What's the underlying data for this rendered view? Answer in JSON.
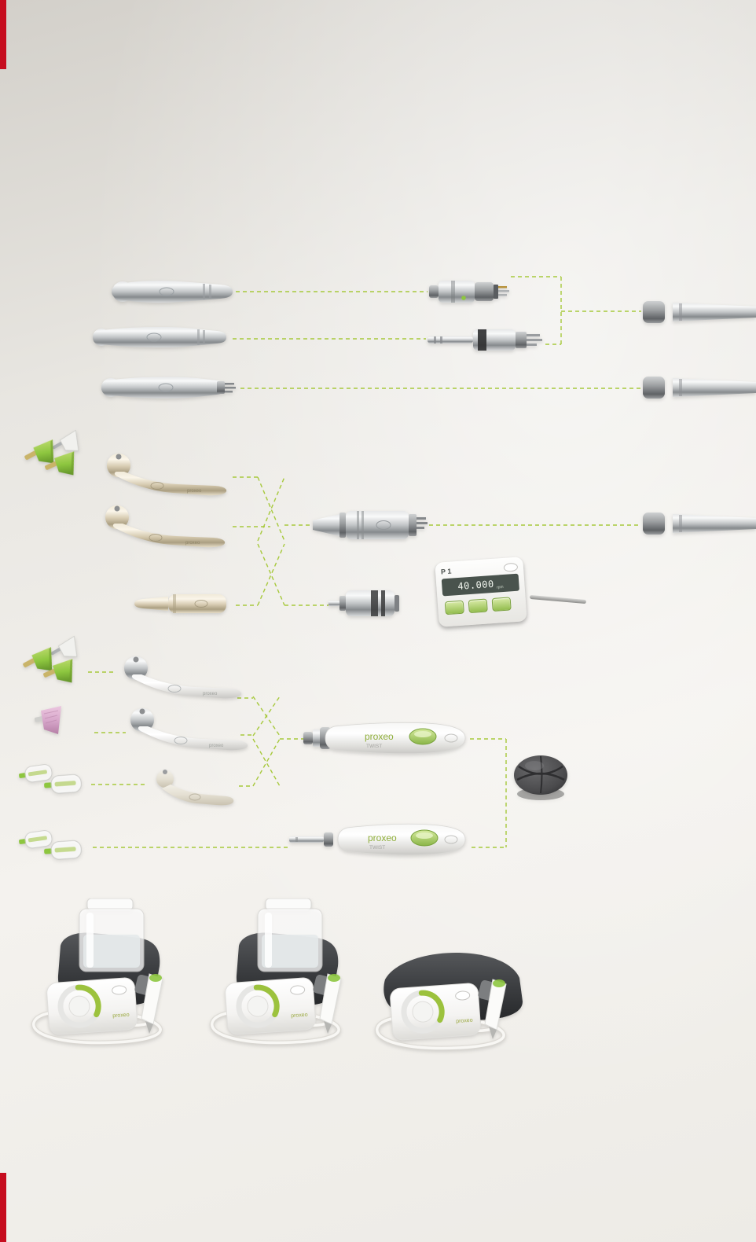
{
  "colors": {
    "accent_green": "#a7c93c",
    "product_green": "#8dc63f",
    "brand_red": "#c60c1e",
    "background_top": "#d3d0ca",
    "background_bottom": "#f4f2ee",
    "champagne": "#d6cab0",
    "metal_gray": "#9aa0a4",
    "lcd_dark": "#49534d",
    "button_green": "#9cc353",
    "pink_cup": "#d8a8cb",
    "foot_control_dark": "#4a4a4c"
  },
  "display_unit": {
    "program": "P 1",
    "value": "40.000",
    "unit": "rpm"
  },
  "labels": {
    "proxeo": "proxeo",
    "twist": "TWIST",
    "contra_tiny": "proxeo",
    "ultra_tiny": "proxeo"
  },
  "products": {
    "turbine_1": "turbine-handpiece",
    "turbine_2": "turbine-handpiece",
    "turbine_3": "turbine-handpiece-fixed-connection",
    "coupling_quick": "quick-coupling",
    "coupling_midwest": "four-hole-coupling",
    "hose_1": "supply-hose",
    "hose_2": "supply-hose",
    "hose_3": "supply-hose",
    "contra_champagne_1": "contra-angle-handpiece",
    "contra_champagne_2": "contra-angle-handpiece",
    "straight": "straight-handpiece",
    "air_motor": "air-motor",
    "electric_motor": "electric-motor",
    "control_unit": "motor-control-unit",
    "cup_green": "prophy-cup",
    "cup_white": "prophy-brush",
    "cup_pink": "prophy-cup",
    "screw_cup": "screw-in-prophy-cup",
    "contra_prophy_1": "prophy-contra-angle",
    "contra_prophy_2": "prophy-contra-angle",
    "prophy_angle": "prophy-angle-attachment",
    "twist_handpiece_air": "cordless-prophy-handpiece",
    "twist_handpiece_lp": "cordless-prophy-handpiece",
    "foot_control": "wireless-foot-control",
    "scaler_station_1": "piezo-scaler-with-bottle",
    "scaler_station_2": "piezo-scaler-with-bottle",
    "scaler_station_3": "piezo-scaler"
  }
}
